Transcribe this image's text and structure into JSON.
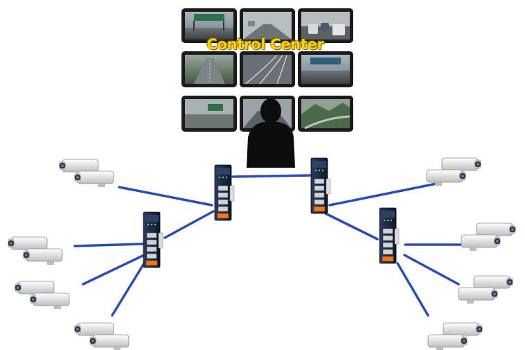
{
  "control_center": {
    "title": "Control Center",
    "monitor_grid": {
      "rows": 3,
      "cols": 3
    },
    "monitor_scenes": [
      "highway-gantry",
      "highway-fog",
      "traffic-jam",
      "highway-aerial",
      "highway-lanes",
      "toll-gantry",
      "highway-sign",
      "highway-bridge",
      "mountain-road"
    ]
  },
  "network": {
    "switch_label": "",
    "link_color": "#2b4db8",
    "switch_body_color": "#1d2a44",
    "switch_port_color": "#f07a1a",
    "camera_body_color": "#e9e9e9",
    "operator_color": "#0d0d0d"
  }
}
